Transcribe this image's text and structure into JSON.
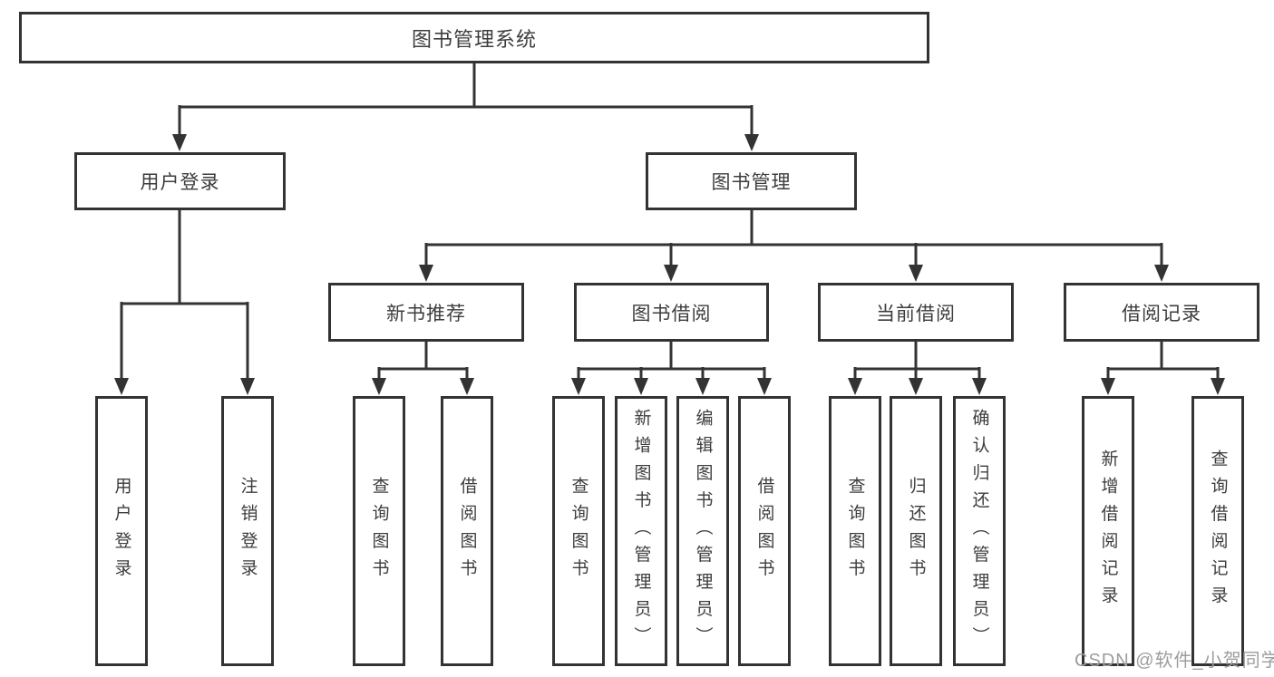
{
  "colors": {
    "line": "#333333",
    "node_border": "#333333",
    "node_text": "#3d3d3d",
    "background": "#ffffff",
    "watermark_text": "#9d9d9d"
  },
  "tree": {
    "root": {
      "label": "图书管理系统"
    },
    "user_login": {
      "label": "用户登录",
      "children": [
        {
          "label": "用户登录"
        },
        {
          "label": "注销登录"
        }
      ]
    },
    "book_mgmt": {
      "label": "图书管理",
      "sections": [
        {
          "label": "新书推荐",
          "children": [
            {
              "label": "查询图书"
            },
            {
              "label": "借阅图书"
            }
          ]
        },
        {
          "label": "图书借阅",
          "children": [
            {
              "label": "查询图书"
            },
            {
              "label": "新增图书（管理员）"
            },
            {
              "label": "编辑图书（管理员）"
            },
            {
              "label": "借阅图书"
            }
          ]
        },
        {
          "label": "当前借阅",
          "children": [
            {
              "label": "查询图书"
            },
            {
              "label": "归还图书"
            },
            {
              "label": "确认归还（管理员）"
            }
          ]
        },
        {
          "label": "借阅记录",
          "children": [
            {
              "label": "新增借阅记录"
            },
            {
              "label": "查询借阅记录"
            }
          ]
        }
      ]
    }
  },
  "watermark": {
    "text": "CSDN @软件_小贺同学"
  }
}
